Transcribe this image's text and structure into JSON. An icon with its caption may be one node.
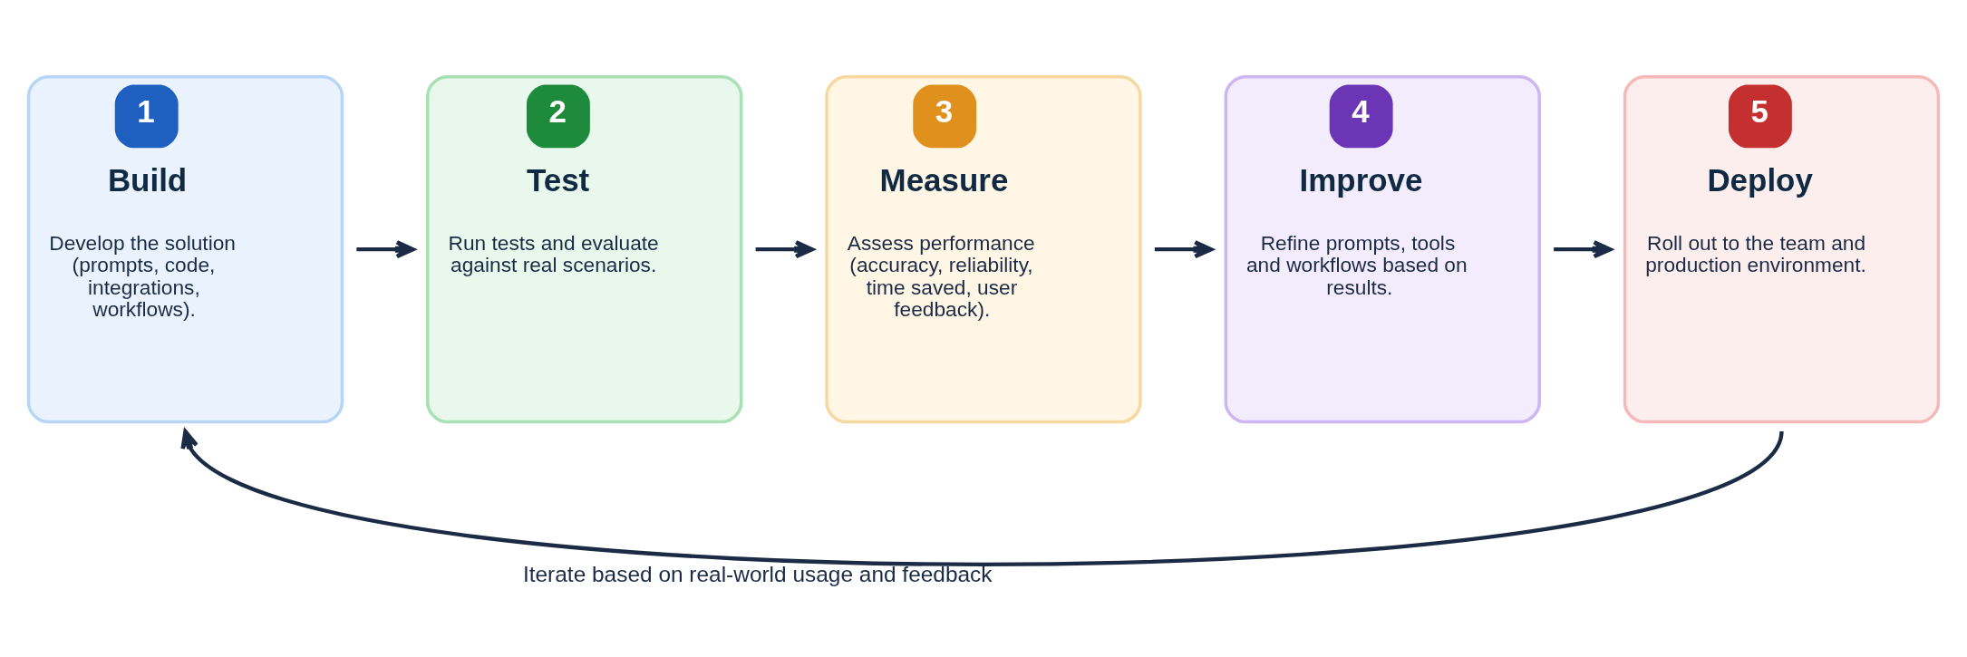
{
  "diagram": {
    "nodes": [
      {
        "text": [
          "1",
          "Build",
          "Develop the solution (prompts, code, integrations, workflows)."
        ]
      },
      {
        "text": [
          "2",
          "Test",
          "Run tests and evaluate against real scenarios."
        ]
      },
      {
        "text": [
          "3",
          "Measure",
          "Assess performance (accuracy, reliability, time saved, user feedback)."
        ]
      },
      {
        "text": [
          "4",
          "Improve",
          "Refine prompts, tools and workflows based on results."
        ]
      },
      {
        "text": [
          "5",
          "Deploy",
          "Roll out to the team and production environment."
        ]
      }
    ],
    "edges": [
      {
        "from": 0,
        "to": 1,
        "arrow": "to"
      },
      {
        "from": 1,
        "to": 2,
        "arrow": "to"
      },
      {
        "from": 2,
        "to": 3,
        "arrow": "to"
      },
      {
        "from": 3,
        "to": 4,
        "arrow": "to"
      },
      {
        "from": 4,
        "to": 0,
        "arrow": "to",
        "label": "Iterate based on real-world usage and feedback"
      }
    ]
  }
}
